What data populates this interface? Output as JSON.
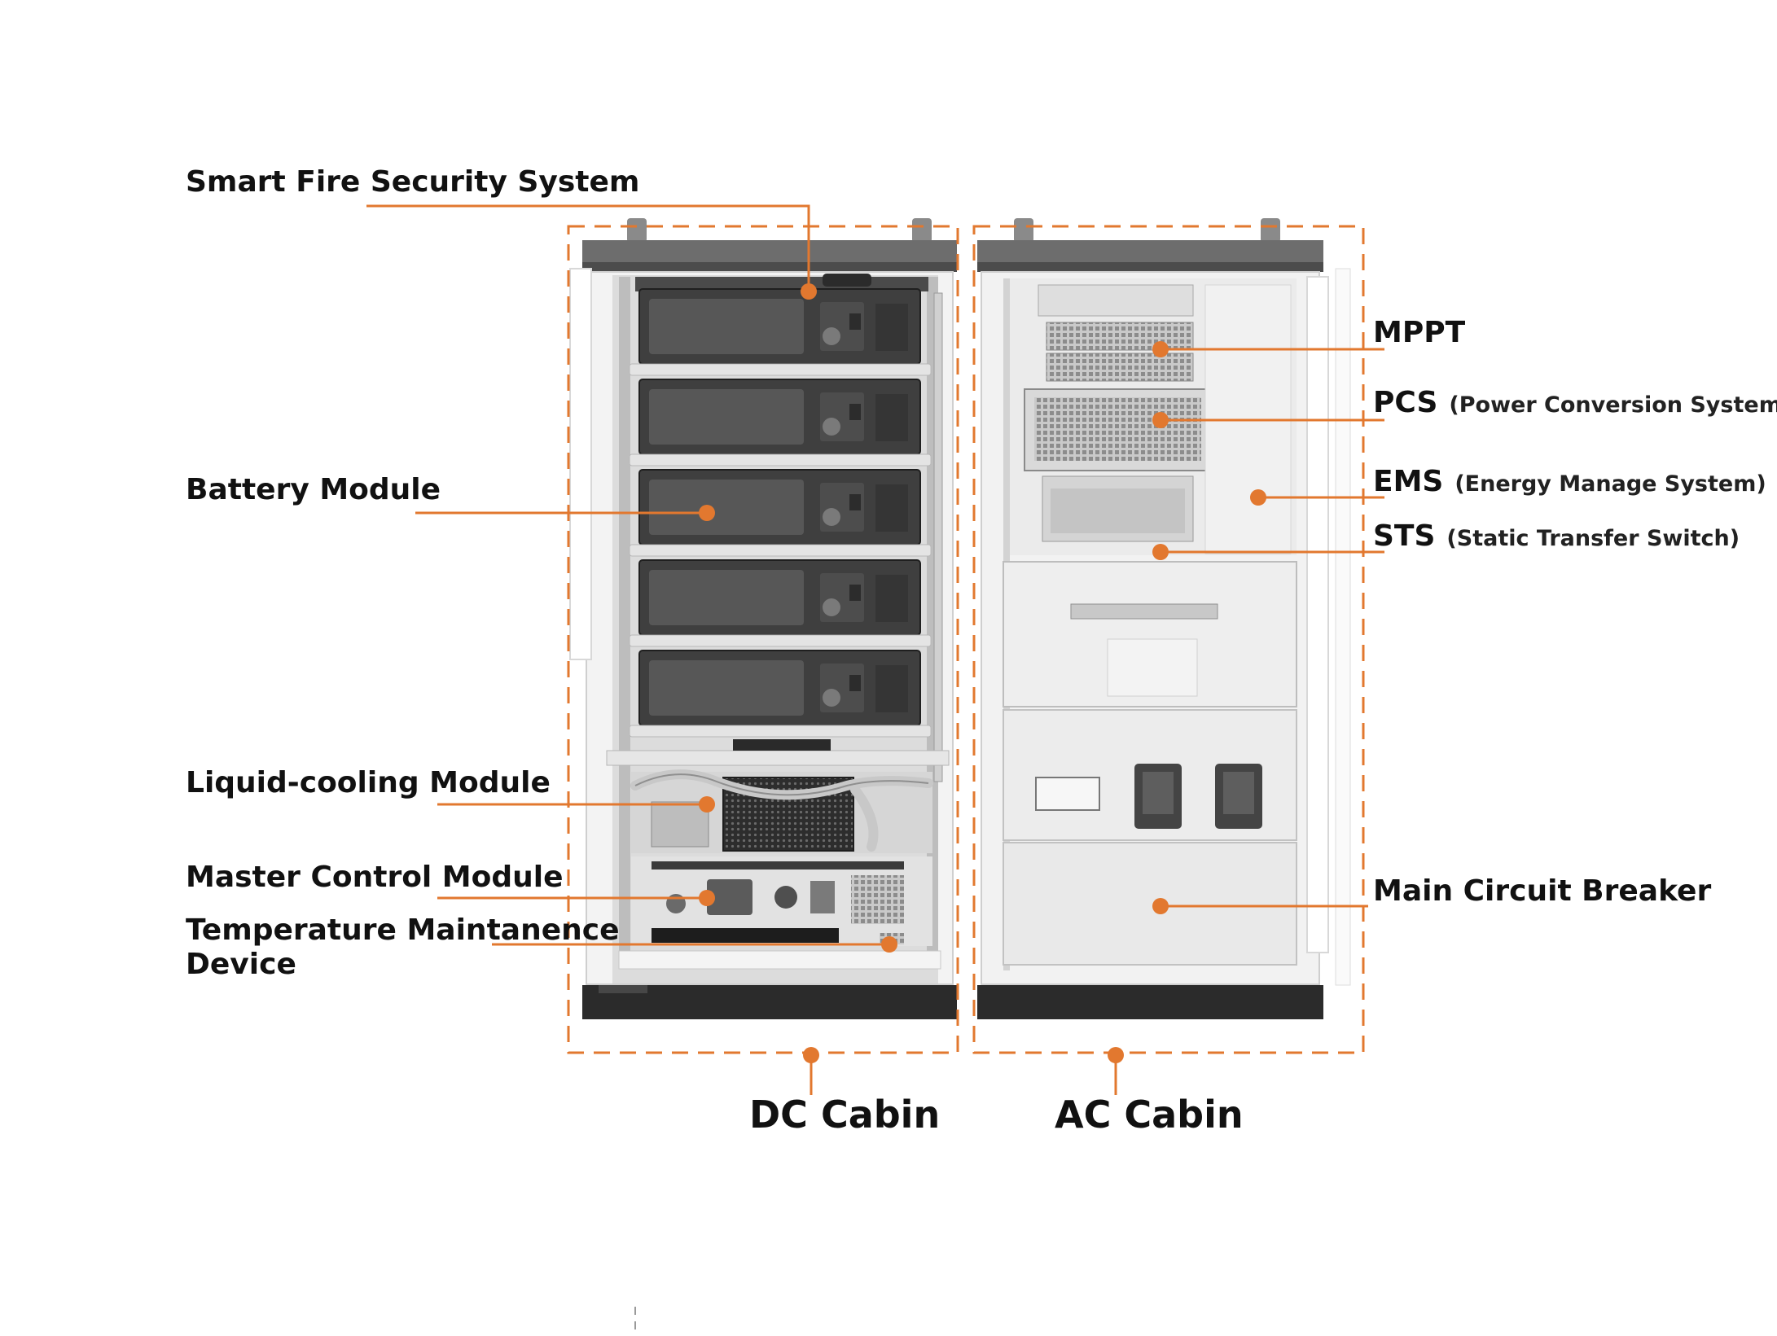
{
  "labels": {
    "smart_fire": "Smart Fire Security System",
    "battery_module": "Battery Module",
    "liquid_cooling": "Liquid-cooling Module",
    "master_control": "Master Control Module",
    "temp_maint_line1": "Temperature Maintanence",
    "temp_maint_line2": "Device",
    "mppt": "MPPT",
    "pcs": "PCS",
    "pcs_sub": "(Power Conversion System)",
    "ems": "EMS",
    "ems_sub": "(Energy Manage System)",
    "sts": "STS",
    "sts_sub": "(Static Transfer Switch)",
    "main_breaker": "Main Circuit Breaker",
    "dc_cabin": "DC Cabin",
    "ac_cabin": "AC Cabin"
  },
  "colors": {
    "accent": "#e2782f",
    "cabinet_dark": "#3a3a3a",
    "cabinet_light": "#ececec",
    "text": "#111111"
  }
}
